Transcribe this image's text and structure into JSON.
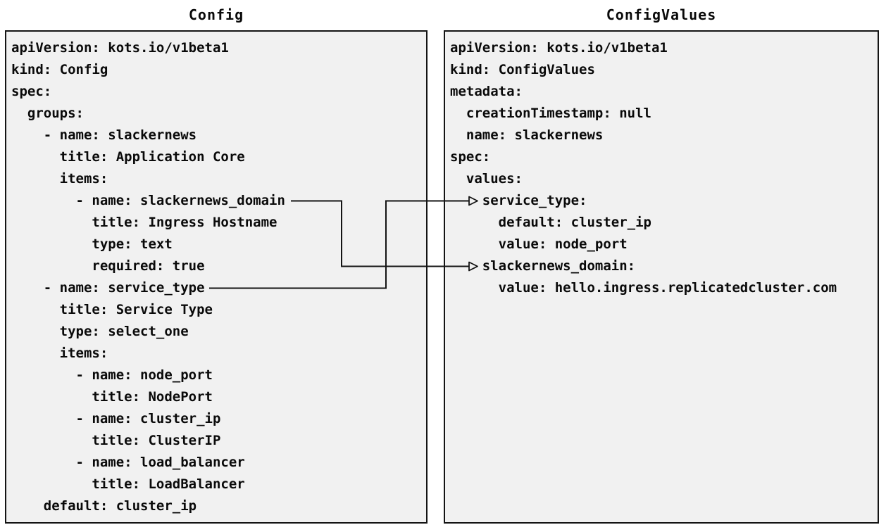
{
  "panels": {
    "config": {
      "title": "Config",
      "code_lines": [
        "apiVersion: kots.io/v1beta1",
        "kind: Config",
        "spec:",
        "  groups:",
        "    - name: slackernews",
        "      title: Application Core",
        "      items:",
        "        - name: slackernews_domain",
        "          title: Ingress Hostname",
        "          type: text",
        "          required: true",
        "    - name: service_type",
        "      title: Service Type",
        "      type: select_one",
        "      items:",
        "        - name: node_port",
        "          title: NodePort",
        "        - name: cluster_ip",
        "          title: ClusterIP",
        "        - name: load_balancer",
        "          title: LoadBalancer",
        "    default: cluster_ip"
      ]
    },
    "config_values": {
      "title": "ConfigValues",
      "code_lines": [
        "apiVersion: kots.io/v1beta1",
        "kind: ConfigValues",
        "metadata:",
        "  creationTimestamp: null",
        "  name: slackernews",
        "spec:",
        "  values:",
        "    service_type:",
        "      default: cluster_ip",
        "      value: node_port",
        "    slackernews_domain:",
        "      value: hello.ingress.replicatedcluster.com"
      ]
    }
  },
  "connections": [
    {
      "from_panel": "Config",
      "from_field": "slackernews_domain",
      "to_panel": "ConfigValues",
      "to_field": "slackernews_domain"
    },
    {
      "from_panel": "Config",
      "from_field": "service_type",
      "to_panel": "ConfigValues",
      "to_field": "service_type"
    }
  ],
  "colors": {
    "page_background": "#ffffff",
    "panel_background": "#f1f1f1",
    "panel_border": "#141414",
    "text": "#0a0a0a",
    "arrow": "#141414"
  }
}
